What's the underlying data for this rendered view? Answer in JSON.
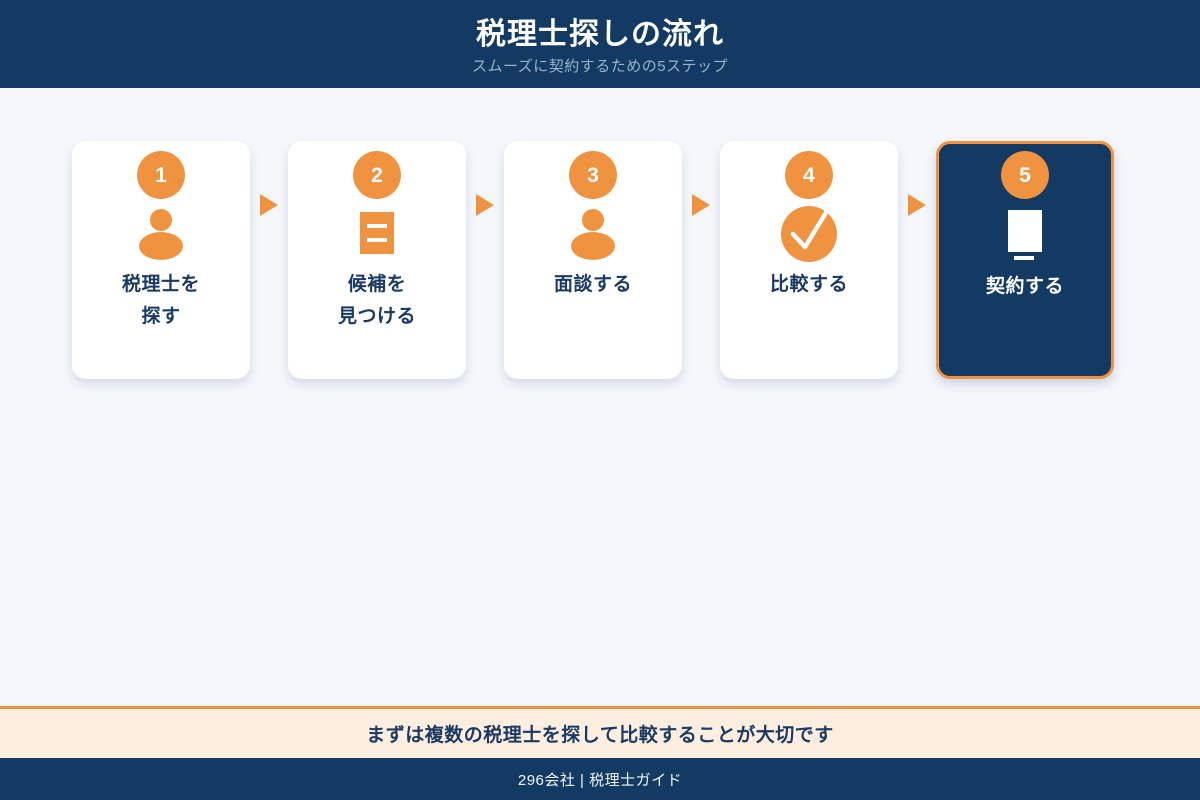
{
  "header": {
    "title": "税理士探しの流れ",
    "subtitle": "スムーズに契約するための5ステップ"
  },
  "colors": {
    "navy": "#123a63",
    "orange": "#ef9341",
    "page_bg": "#f5f7fb",
    "card_bg": "#ffffff",
    "banner_bg": "#fdeee0",
    "label_navy": "#1a3a63",
    "subtitle_blue": "#9cb3cb"
  },
  "steps": [
    {
      "number": "1",
      "label": "税理士を\n探す",
      "icon": "person-icon",
      "highlight": false
    },
    {
      "number": "2",
      "label": "候補を\n見つける",
      "icon": "list-document-icon",
      "highlight": false
    },
    {
      "number": "3",
      "label": "面談する",
      "icon": "person-icon",
      "highlight": false
    },
    {
      "number": "4",
      "label": "比較する",
      "icon": "check-circle-icon",
      "highlight": false
    },
    {
      "number": "5",
      "label": "契約する",
      "icon": "contract-document-icon",
      "highlight": true
    }
  ],
  "connector": {
    "icon": "arrow-right-icon",
    "count": 4
  },
  "banner": {
    "text": "まずは複数の税理士を探して比較することが大切です"
  },
  "footer": {
    "text": "296会社 | 税理士ガイド"
  }
}
